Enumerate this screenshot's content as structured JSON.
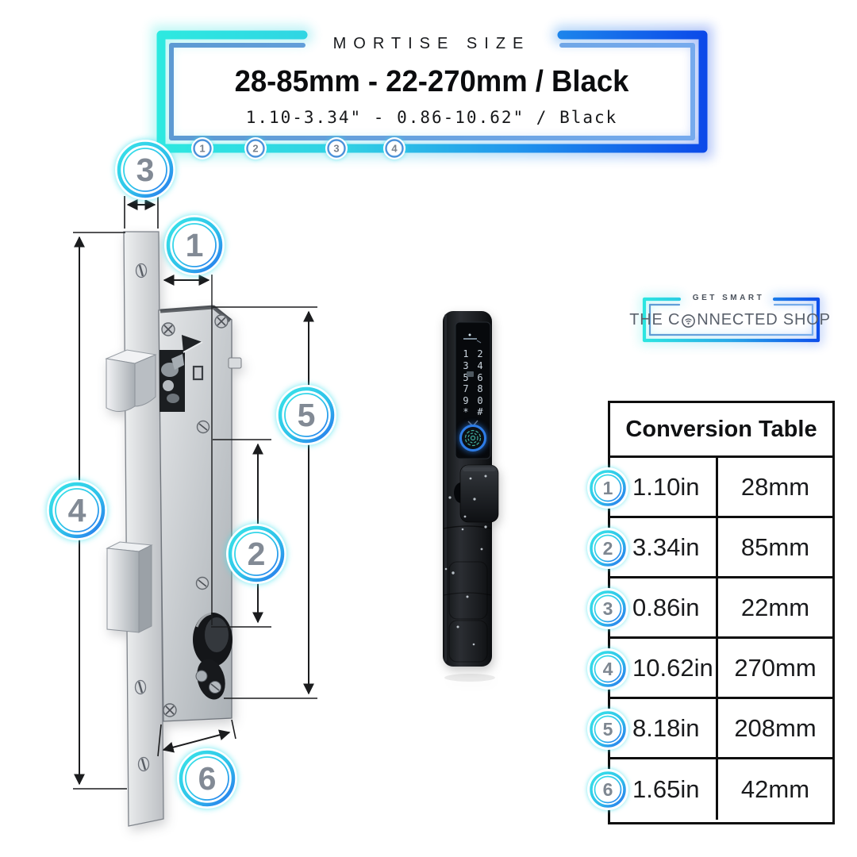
{
  "header": {
    "title": "MORTISE SIZE",
    "size_metric": "28-85mm - 22-270mm / Black",
    "size_imperial": "1.10-3.34\" - 0.86-10.62\" / Black",
    "markers": [
      "1",
      "2",
      "3",
      "4"
    ]
  },
  "diagram": {
    "callouts": [
      "1",
      "2",
      "3",
      "4",
      "5",
      "6"
    ]
  },
  "device": {
    "keys": [
      "1",
      "2",
      "3",
      "4",
      "5",
      "6",
      "7",
      "8",
      "9",
      "0",
      "*",
      "#"
    ]
  },
  "logo": {
    "tagline": "GET SMART",
    "name_before": "THE C",
    "name_after": "NNECTED SHOP"
  },
  "conversion_table": {
    "title": "Conversion Table",
    "rows": [
      {
        "num": "1",
        "inches": "1.10in",
        "mm": "28mm"
      },
      {
        "num": "2",
        "inches": "3.34in",
        "mm": "85mm"
      },
      {
        "num": "3",
        "inches": "0.86in",
        "mm": "22mm"
      },
      {
        "num": "4",
        "inches": "10.62in",
        "mm": "270mm"
      },
      {
        "num": "5",
        "inches": "8.18in",
        "mm": "208mm"
      },
      {
        "num": "6",
        "inches": "1.65in",
        "mm": "42mm"
      }
    ]
  },
  "colors": {
    "accent_cyan": "#2de9e0",
    "accent_blue": "#0b49e9",
    "circle_number_gray": "#828a95",
    "fingerprint_ring_blue": "#2d7ce6",
    "fingerprint_teal": "#3fae9e"
  }
}
